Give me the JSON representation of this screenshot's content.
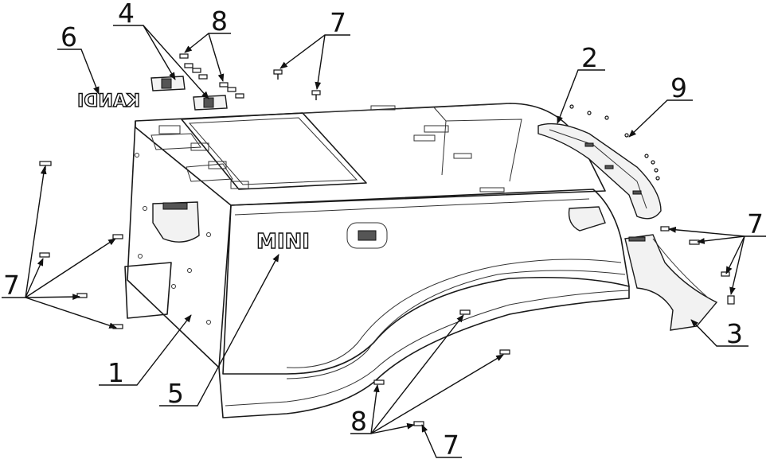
{
  "callouts": {
    "c1": "1",
    "c2": "2",
    "c3": "3",
    "c4": "4",
    "c5": "5",
    "c6": "6",
    "c7": "7",
    "c8": "8",
    "c9": "9"
  },
  "emblems": {
    "mini": "MINI",
    "kandi": "KANDI"
  }
}
